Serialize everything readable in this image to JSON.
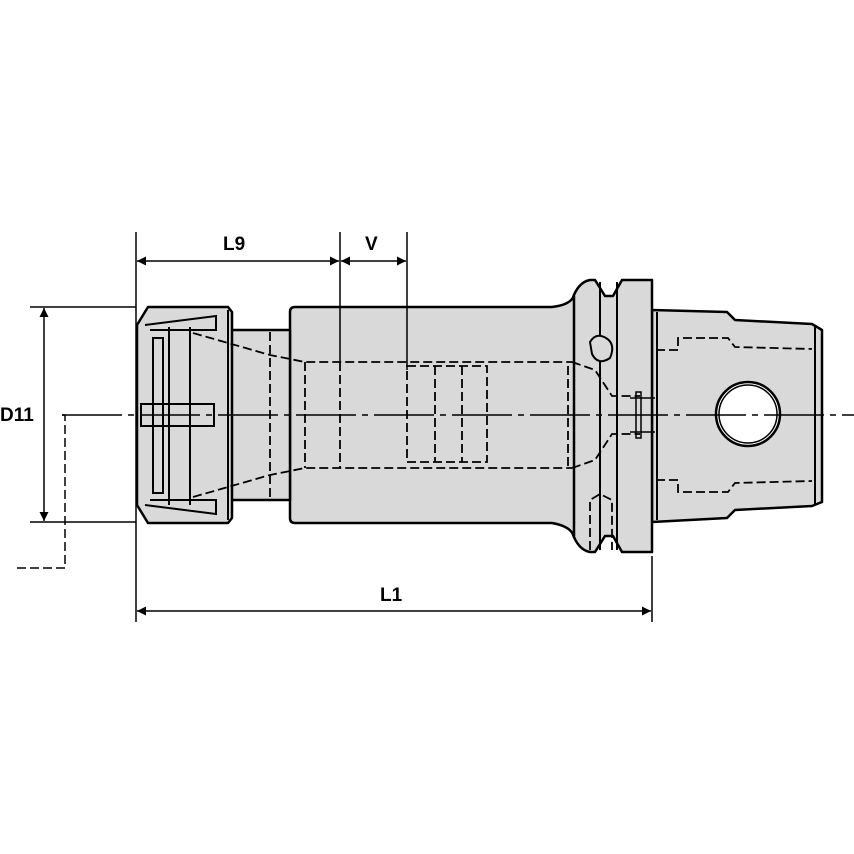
{
  "dimensions": {
    "l9": "L9",
    "v": "V",
    "d11": "D11",
    "l1": "L1"
  },
  "colors": {
    "body_fill": "#d9d9d9",
    "line": "#000000"
  }
}
